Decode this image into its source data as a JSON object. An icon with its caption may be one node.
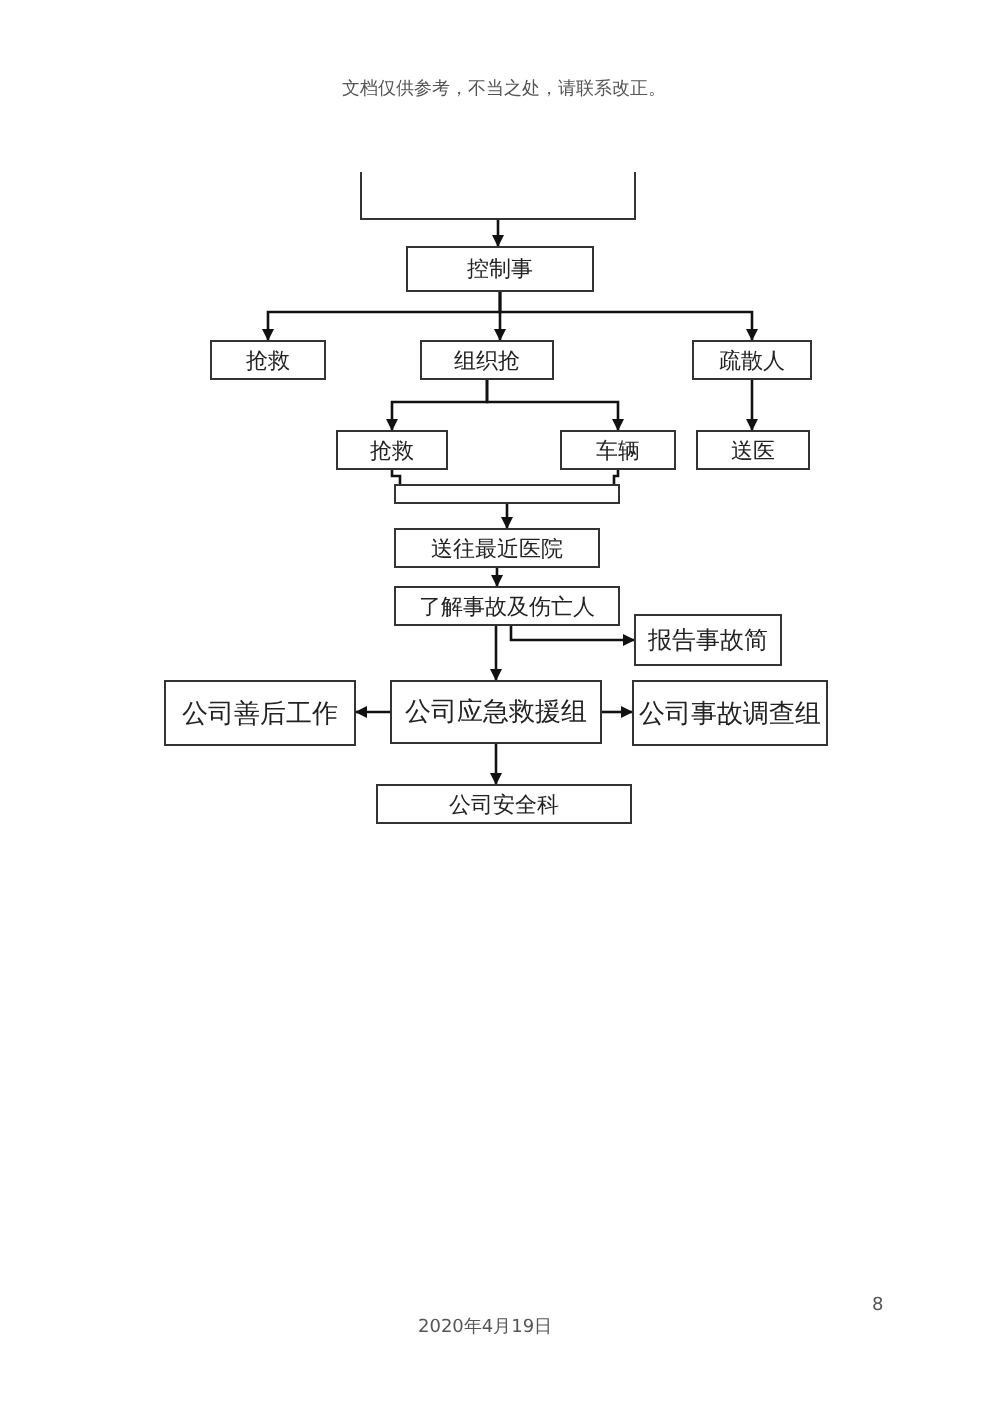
{
  "diagram": {
    "nodes": [
      {
        "text": [],
        "shape": "box"
      },
      {
        "text": [
          "控制事"
        ]
      },
      {
        "text": [
          "抢救"
        ]
      },
      {
        "text": [
          "组织抢"
        ]
      },
      {
        "text": [
          "疏散人"
        ]
      },
      {
        "text": [
          "抢救"
        ]
      },
      {
        "text": [
          "车辆"
        ]
      },
      {
        "text": [
          "送医"
        ]
      },
      {
        "text": [],
        "shape": "box"
      },
      {
        "text": [
          "送往最近医院"
        ]
      },
      {
        "text": [
          "了解事故及伤亡人"
        ]
      },
      {
        "text": [
          "报告事故简"
        ]
      },
      {
        "text": [
          "公司善后工作"
        ]
      },
      {
        "text": [
          "公司应急救援组"
        ]
      },
      {
        "text": [
          "公司事故调查组"
        ]
      },
      {
        "text": [
          "公司安全科"
        ]
      }
    ],
    "edges": [
      {
        "from": 0,
        "to": 1,
        "arrow": "to"
      },
      {
        "from": 1,
        "to": 2,
        "arrow": "to"
      },
      {
        "from": 1,
        "to": 3,
        "arrow": "to"
      },
      {
        "from": 1,
        "to": 4,
        "arrow": "to"
      },
      {
        "from": 3,
        "to": 5,
        "arrow": "to"
      },
      {
        "from": 3,
        "to": 6,
        "arrow": "to"
      },
      {
        "from": 4,
        "to": 7,
        "arrow": "to"
      },
      {
        "from": 5,
        "to": 8,
        "arrow": "none"
      },
      {
        "from": 6,
        "to": 8,
        "arrow": "none"
      },
      {
        "from": 8,
        "to": 9,
        "arrow": "to"
      },
      {
        "from": 9,
        "to": 10,
        "arrow": "to"
      },
      {
        "from": 10,
        "to": 11,
        "arrow": "to"
      },
      {
        "from": 10,
        "to": 13,
        "arrow": "to"
      },
      {
        "from": 13,
        "to": 12,
        "arrow": "to"
      },
      {
        "from": 13,
        "to": 14,
        "arrow": "to"
      },
      {
        "from": 13,
        "to": 15,
        "arrow": "to"
      }
    ],
    "labels": [
      "文档仅供参考，不当之处，请联系改正。",
      "8",
      "2020年4月19日"
    ]
  }
}
